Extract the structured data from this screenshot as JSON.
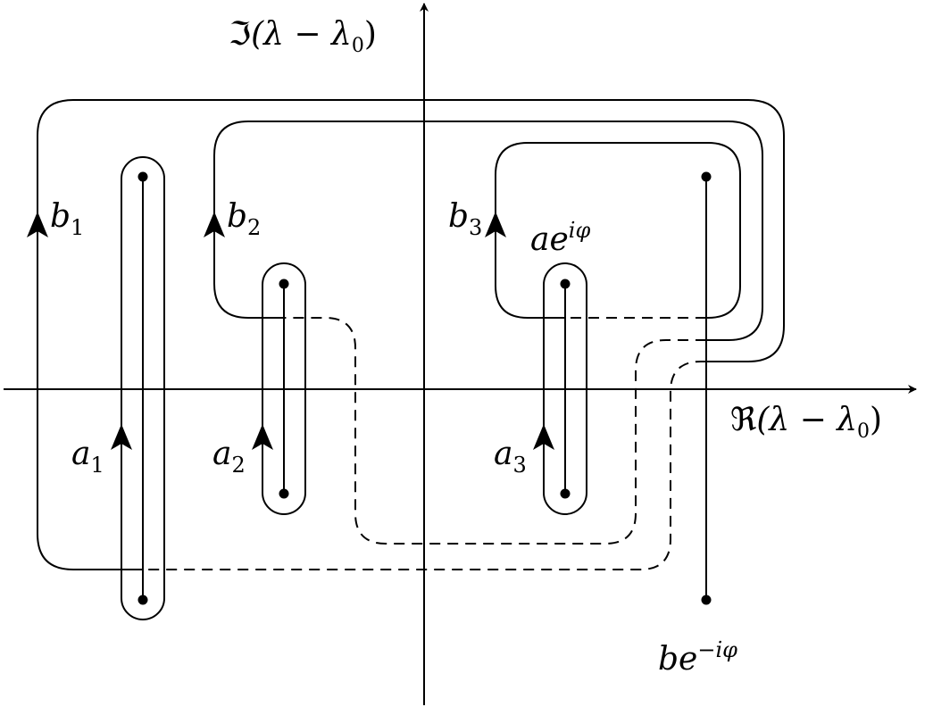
{
  "axes": {
    "imag": {
      "fraktur": "ℑ",
      "open": "(λ − λ",
      "sub": "0",
      "close": ")"
    },
    "real": {
      "fraktur": "ℜ",
      "open": "(λ − λ",
      "sub": "0",
      "close": ")"
    }
  },
  "cycles": {
    "a1": {
      "base": "a",
      "sub": "1"
    },
    "a2": {
      "base": "a",
      "sub": "2"
    },
    "a3": {
      "base": "a",
      "sub": "3"
    },
    "b1": {
      "base": "b",
      "sub": "1"
    },
    "b2": {
      "base": "b",
      "sub": "2"
    },
    "b3": {
      "base": "b",
      "sub": "3"
    }
  },
  "points": {
    "top": {
      "base": "ae",
      "sup": "iφ"
    },
    "bottom": {
      "base": "be",
      "sup": "−iφ"
    }
  },
  "colors": {
    "stroke": "#000000",
    "background": "#ffffff"
  }
}
